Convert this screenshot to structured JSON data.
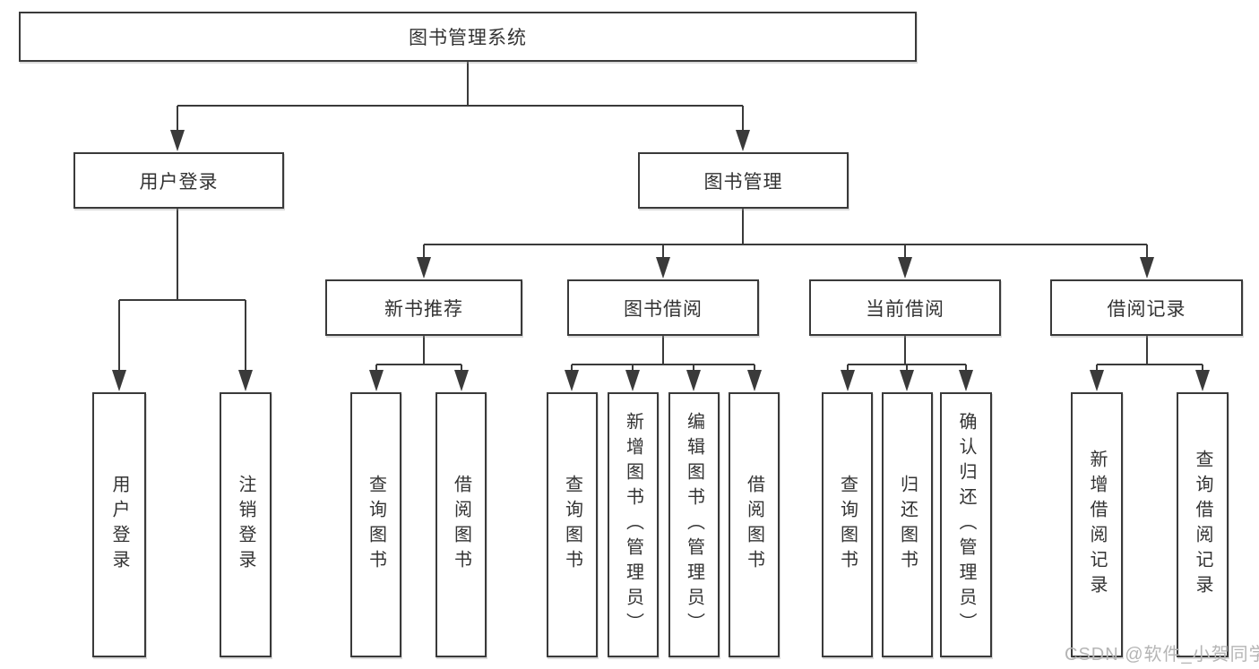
{
  "diagram": {
    "root_label": "图书管理系统",
    "level2": [
      {
        "label": "用户登录"
      },
      {
        "label": "图书管理"
      }
    ],
    "level3": [
      {
        "label": "新书推荐",
        "parent": "图书管理"
      },
      {
        "label": "图书借阅",
        "parent": "图书管理"
      },
      {
        "label": "当前借阅",
        "parent": "图书管理"
      },
      {
        "label": "借阅记录",
        "parent": "图书管理"
      }
    ],
    "leaves": [
      {
        "label": "用户登录",
        "parent": "用户登录"
      },
      {
        "label": "注销登录",
        "parent": "用户登录"
      },
      {
        "label": "查询图书",
        "parent": "新书推荐"
      },
      {
        "label": "借阅图书",
        "parent": "新书推荐"
      },
      {
        "label": "查询图书",
        "parent": "图书借阅"
      },
      {
        "label": "新增图书（管理员）",
        "parent": "图书借阅"
      },
      {
        "label": "编辑图书（管理员）",
        "parent": "图书借阅"
      },
      {
        "label": "借阅图书",
        "parent": "图书借阅"
      },
      {
        "label": "查询图书",
        "parent": "当前借阅"
      },
      {
        "label": "归还图书",
        "parent": "当前借阅"
      },
      {
        "label": "确认归还（管理员）",
        "parent": "当前借阅"
      },
      {
        "label": "新增借阅记录",
        "parent": "借阅记录"
      },
      {
        "label": "查询借阅记录",
        "parent": "借阅记录"
      }
    ],
    "watermark": "CSDN @软件_小贺同学"
  },
  "colors": {
    "line": "#3a3a3a",
    "box_border": "#3a3a3a",
    "text": "#333333",
    "watermark": "#b5b5b5",
    "background": "#ffffff"
  }
}
